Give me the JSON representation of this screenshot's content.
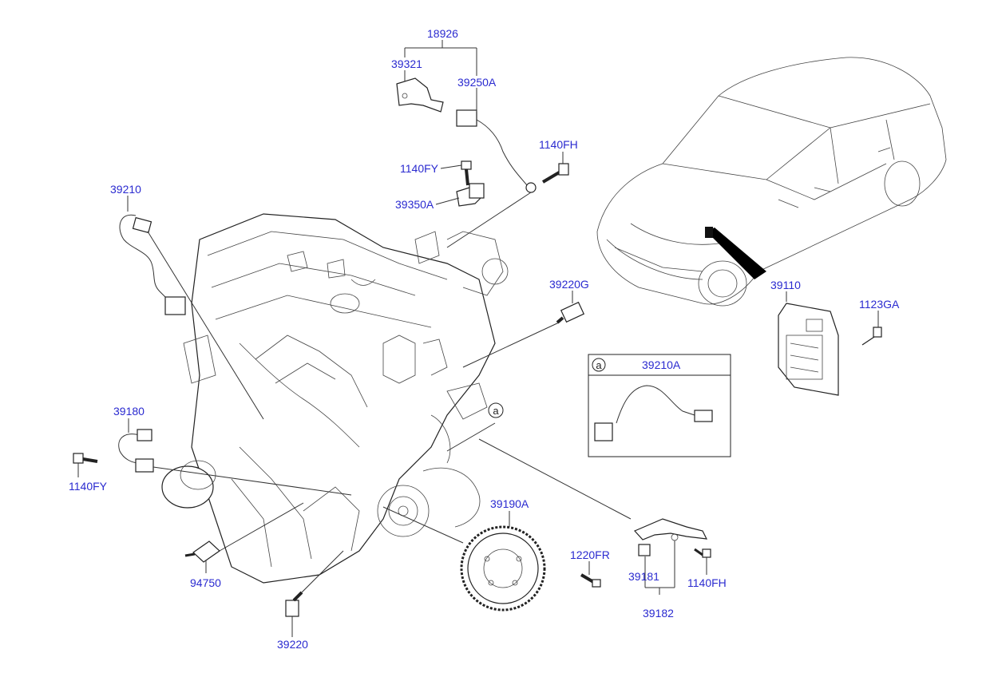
{
  "diagram": {
    "labels": {
      "l18926": "18926",
      "l39321": "39321",
      "l39250A": "39250A",
      "l1140FH_top": "1140FH",
      "l1140FY_top": "1140FY",
      "l39350A": "39350A",
      "l39210": "39210",
      "l39220G": "39220G",
      "l39110": "39110",
      "l1123GA": "1123GA",
      "l39210A": "39210A",
      "l39180": "39180",
      "l1140FY_left": "1140FY",
      "l39190A": "39190A",
      "l1220FR": "1220FR",
      "l39181": "39181",
      "l1140FH_right": "1140FH",
      "l39182": "39182",
      "l94750": "94750",
      "l39220": "39220"
    },
    "callout_marker": "a",
    "inset_marker": "a"
  },
  "colors": {
    "label": "#2a2ad0",
    "line": "#333333"
  }
}
